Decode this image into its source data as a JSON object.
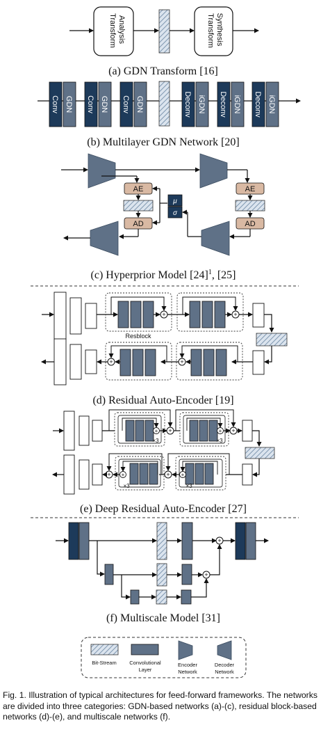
{
  "captions": {
    "a": "(a) GDN Transform [16]",
    "b": "(b) Multilayer GDN Network [20]",
    "c_pre": "(c) Hyperprior Model [24]",
    "c_sup": "1",
    "c_post": ", [25]",
    "d": "(d) Residual Auto-Encoder [19]",
    "e": "(e) Deep Residual Auto-Encoder [27]",
    "f": "(f) Multiscale Model [31]"
  },
  "panel_a": {
    "analysis": [
      "Analysis",
      "Transform"
    ],
    "synthesis": [
      "Synthesis",
      "Transform"
    ]
  },
  "panel_b": {
    "conv": "Conv",
    "gdn": "GDN",
    "deconv": "Deconv",
    "igdn": "iGDN"
  },
  "panel_c": {
    "ae": "AE",
    "ad": "AD",
    "mu": "μ",
    "sigma": "σ"
  },
  "panel_d": {
    "resblock": "Resblock"
  },
  "panel_e": {
    "times3": "×3"
  },
  "legend": {
    "bitstream": "Bit-Stream",
    "conv": [
      "Convolutional",
      "Layer"
    ],
    "encoder": [
      "Encoder",
      "Network"
    ],
    "decoder": [
      "Decoder",
      "Network"
    ]
  },
  "figure_caption": {
    "label": "Fig. 1.",
    "text": " Illustration of typical architectures for feed-forward frameworks. The networks are divided into three categories: GDN-based networks (a)-(c), residual block-based networks (d)-(e), and multiscale networks (f)."
  },
  "colors": {
    "dark_navy": "#1d3a5a",
    "slate": "#5f7187",
    "tan": "#d9b9a3",
    "hatch": "#8fa6bd"
  }
}
